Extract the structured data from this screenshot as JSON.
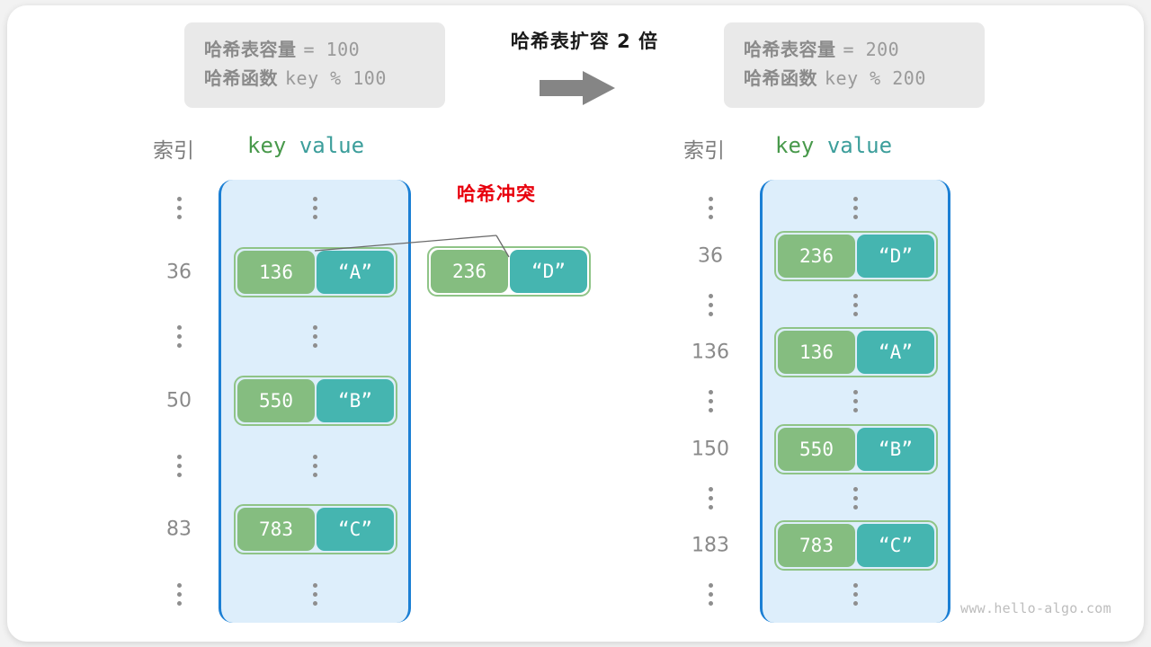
{
  "diagram": {
    "title_center": "哈希表扩容 2 倍",
    "arrow_icon": "right-arrow-icon",
    "watermark": "www.hello-algo.com",
    "collision_label": "哈希冲突",
    "colors": {
      "bucket_fill": "#ddeefb",
      "bucket_border": "#1b7fd4",
      "key_cell": "#85bd80",
      "value_cell": "#45b5b0",
      "pair_border": "#8fc487",
      "collision_text": "#e8000d",
      "info_box_bg": "#e9e9e9",
      "index_text": "#8a8a8a",
      "key_header": "#48994b",
      "value_header": "#3c9e9b"
    }
  },
  "info_left": {
    "capacity_label": "哈希表容量",
    "capacity_value": "= 100",
    "function_label": "哈希函数",
    "function_value": "key % 100"
  },
  "info_right": {
    "capacity_label": "哈希表容量",
    "capacity_value": "= 200",
    "function_label": "哈希函数",
    "function_value": "key % 200"
  },
  "headers": {
    "index": "索引",
    "key": "key",
    "value": "value"
  },
  "left_table": {
    "rows": [
      {
        "type": "dots",
        "index": "⋮"
      },
      {
        "type": "entry",
        "index": "36",
        "key": "136",
        "value": "“A”"
      },
      {
        "type": "dots",
        "index": "⋮"
      },
      {
        "type": "entry",
        "index": "50",
        "key": "550",
        "value": "“B”"
      },
      {
        "type": "dots",
        "index": "⋮"
      },
      {
        "type": "entry",
        "index": "83",
        "key": "783",
        "value": "“C”"
      },
      {
        "type": "dots",
        "index": "⋮"
      }
    ]
  },
  "right_table": {
    "rows": [
      {
        "type": "dots",
        "index": "⋮"
      },
      {
        "type": "entry",
        "index": "36",
        "key": "236",
        "value": "“D”"
      },
      {
        "type": "dots",
        "index": "⋮"
      },
      {
        "type": "entry",
        "index": "136",
        "key": "136",
        "value": "“A”"
      },
      {
        "type": "dots",
        "index": "⋮"
      },
      {
        "type": "entry",
        "index": "150",
        "key": "550",
        "value": "“B”"
      },
      {
        "type": "dots",
        "index": "⋮"
      },
      {
        "type": "entry",
        "index": "183",
        "key": "783",
        "value": "“C”"
      },
      {
        "type": "dots",
        "index": "⋮"
      }
    ]
  },
  "colliding_entry": {
    "key": "236",
    "value": "“D”"
  }
}
